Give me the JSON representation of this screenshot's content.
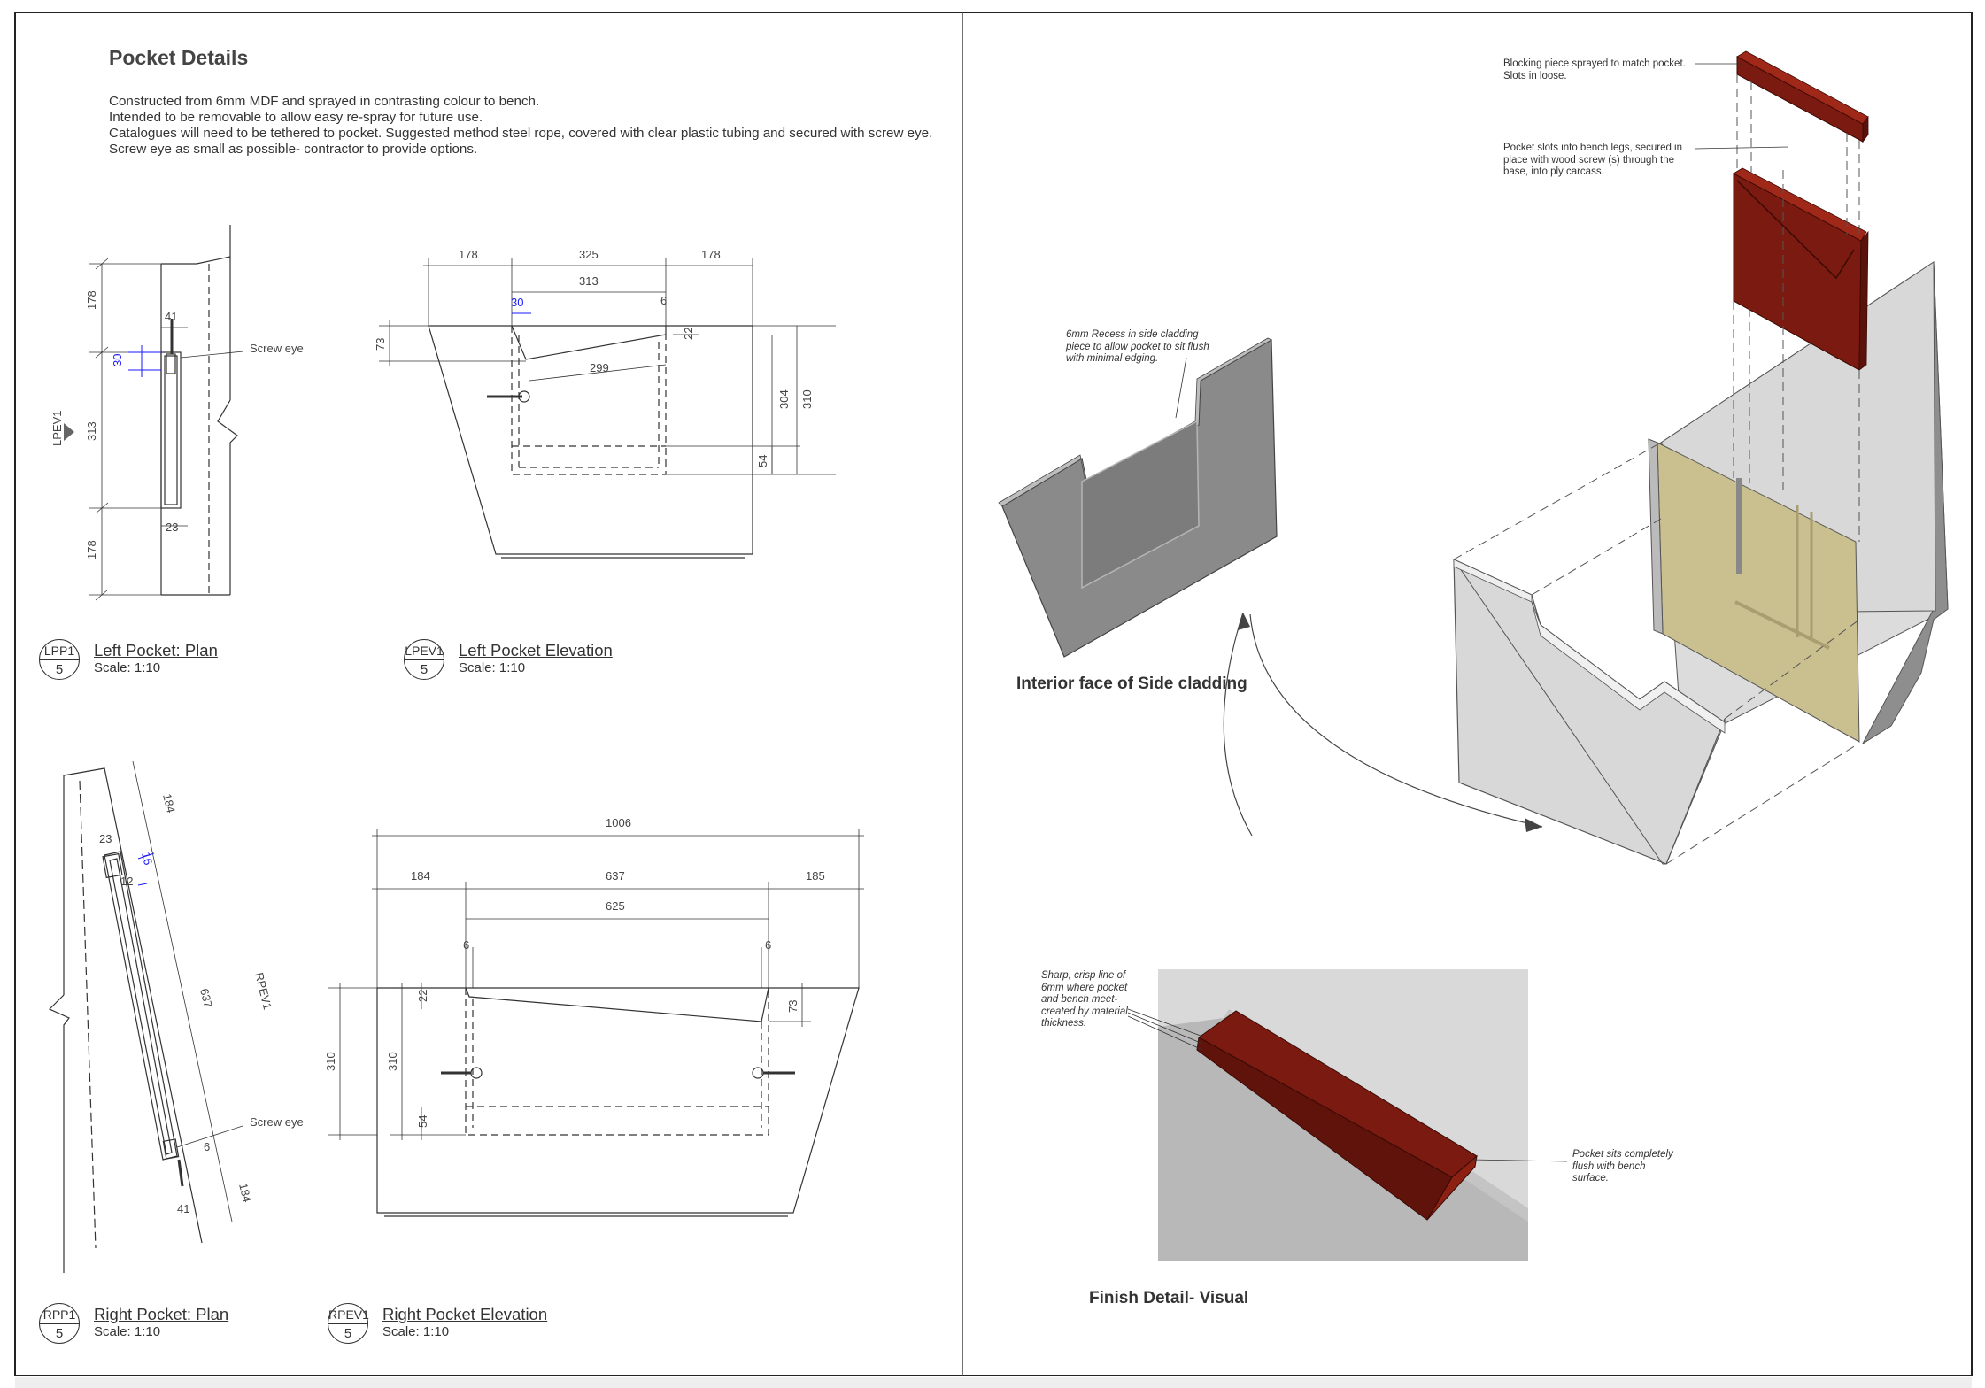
{
  "page_title": "Pocket Details",
  "intro_lines": [
    "Constructed from 6mm MDF and sprayed in contrasting colour to bench.",
    "Intended to be removable to allow easy re-spray for future use.",
    "Catalogues will need to be tethered to pocket. Suggested method steel rope, covered with clear plastic tubing and secured with screw eye.",
    "Screw eye as small as possible- contractor to provide options."
  ],
  "views": {
    "lpp1": {
      "code": "LPP1",
      "sheet": "5",
      "title": "Left Pocket: Plan",
      "scale": "Scale: 1:10"
    },
    "lpev1": {
      "code": "LPEV1",
      "sheet": "5",
      "title": "Left Pocket Elevation",
      "scale": "Scale: 1:10"
    },
    "rpp1": {
      "code": "RPP1",
      "sheet": "5",
      "title": "Right Pocket: Plan",
      "scale": "Scale: 1:10"
    },
    "rpev1": {
      "code": "RPEV1",
      "sheet": "5",
      "title": "Right Pocket Elevation",
      "scale": "Scale: 1:10"
    }
  },
  "labels": {
    "screw_eye": "Screw eye",
    "lpev1_marker": "LPEV1",
    "rpev1_marker": "RPEV1"
  },
  "dims": {
    "lpp": {
      "top": "178",
      "mid": "313",
      "bot": "178",
      "d41": "41",
      "d30": "30",
      "d23": "23"
    },
    "lpev": {
      "a": "178",
      "b": "325",
      "c": "178",
      "d": "313",
      "e": "30",
      "f": "6",
      "g": "73",
      "h": "22",
      "i": "299",
      "j": "304",
      "k": "310",
      "l": "54"
    },
    "rpp": {
      "a": "184",
      "b": "23",
      "c": "16",
      "d": "12",
      "e": "637",
      "f": "6",
      "g": "184",
      "h": "41"
    },
    "rpev": {
      "a": "1006",
      "b": "184",
      "c": "637",
      "d": "185",
      "e": "625",
      "f": "6",
      "g": "6",
      "h": "22",
      "i": "73",
      "j": "310",
      "k": "310",
      "l": "54"
    }
  },
  "right": {
    "note_blocking": "Blocking piece sprayed to match pocket.\nSlots in loose.",
    "note_slots": "Pocket slots into bench legs, secured in\nplace with wood screw (s) through the\nbase, into ply carcass.",
    "note_recess": "6mm Recess in side cladding\npiece to allow pocket to sit flush\nwith minimal edging.",
    "caption_interior": "Interior face of Side cladding",
    "note_sharp": "Sharp, crisp line of\n6mm  where pocket\nand bench meet-\ncreated by material\nthickness.",
    "note_flush": "Pocket sits completely\nflush with bench\nsurface.",
    "caption_finish": "Finish Detail- Visual"
  },
  "colors": {
    "pocket_red": "#7a1a10",
    "dim_blue": "#1a1aff",
    "panel_grey": "#8a8a8a",
    "carcass_ply": "#c9bf8f"
  }
}
